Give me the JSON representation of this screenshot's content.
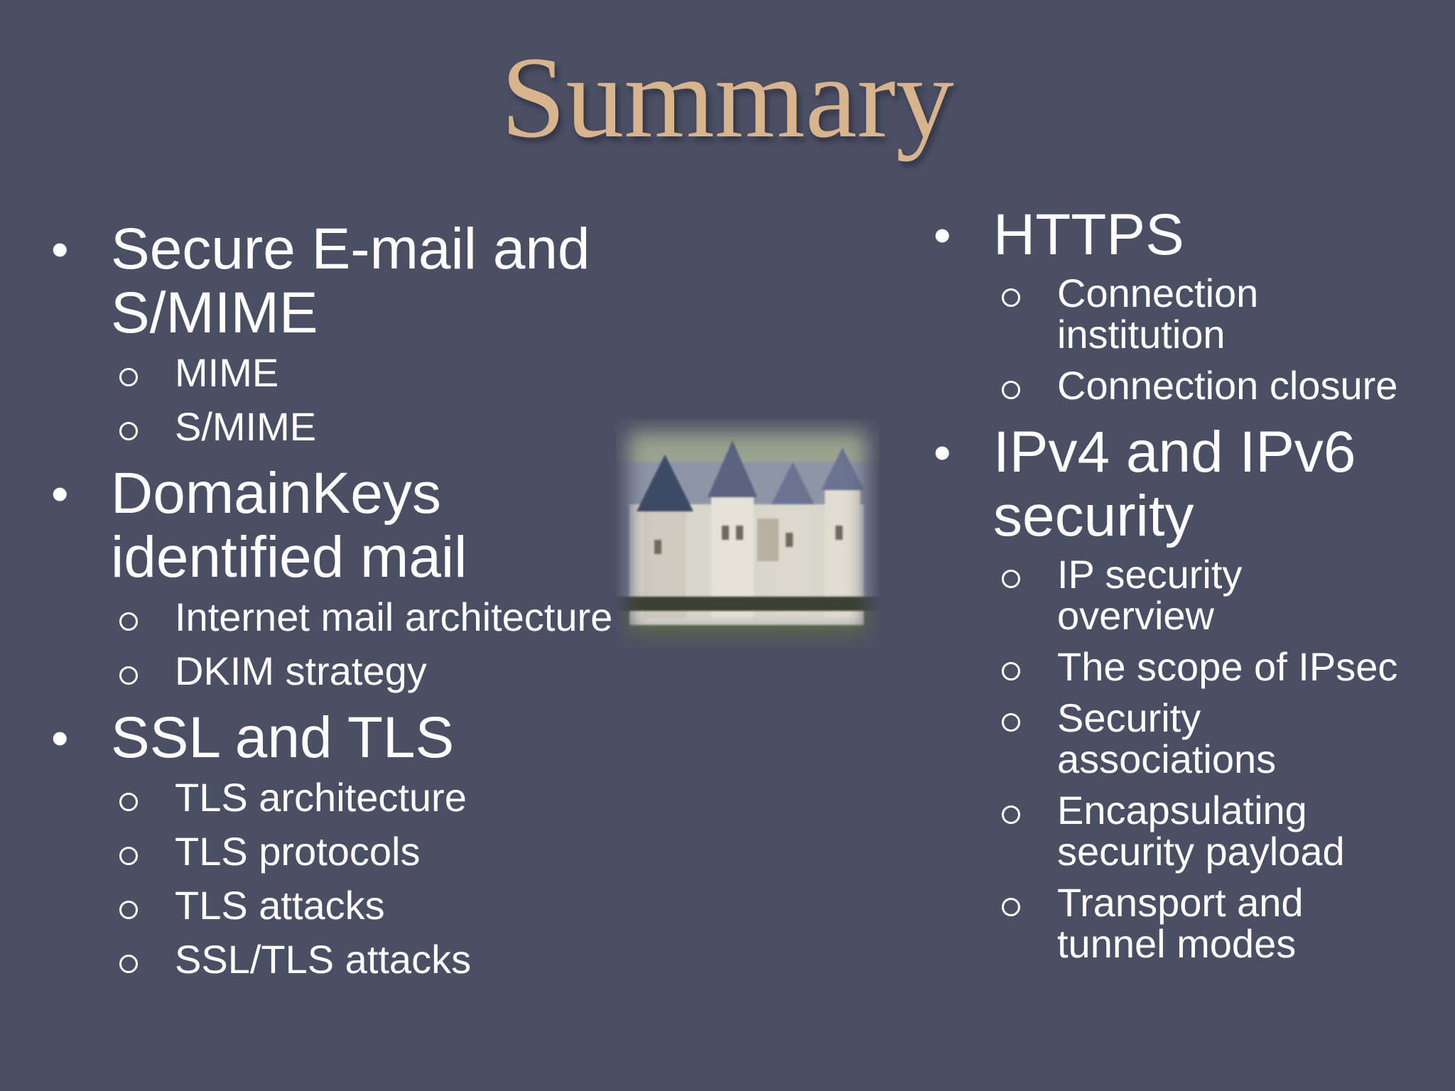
{
  "slide": {
    "title": "Summary",
    "left_column": [
      {
        "label_line1": "Secure E-mail and",
        "label_line2": "S/MIME",
        "items": [
          "MIME",
          "S/MIME"
        ]
      },
      {
        "label_line1": "DomainKeys",
        "label_line2": "identified mail",
        "items": [
          "Internet mail architecture",
          "DKIM strategy"
        ]
      },
      {
        "label_line1": "SSL and TLS",
        "label_line2": "",
        "items": [
          "TLS architecture",
          "TLS protocols",
          "TLS attacks",
          "SSL/TLS attacks"
        ]
      }
    ],
    "right_column": [
      {
        "label_line1": "HTTPS",
        "label_line2": "",
        "items": [
          {
            "line1": "Connection",
            "line2": "institution"
          },
          {
            "line1": "Connection closure",
            "line2": ""
          }
        ]
      },
      {
        "label_line1": "IPv4 and IPv6",
        "label_line2": "security",
        "items": [
          {
            "line1": "IP security",
            "line2": "overview"
          },
          {
            "line1": "The scope of IPsec",
            "line2": ""
          },
          {
            "line1": "Security",
            "line2": "associations"
          },
          {
            "line1": "Encapsulating",
            "line2": "security payload"
          },
          {
            "line1": "Transport and",
            "line2": "tunnel modes"
          }
        ]
      }
    ],
    "image": {
      "icon": "castle-photo"
    },
    "colors": {
      "background": "#4a4f64",
      "title": "#d8b48c",
      "text": "#ffffff"
    }
  }
}
